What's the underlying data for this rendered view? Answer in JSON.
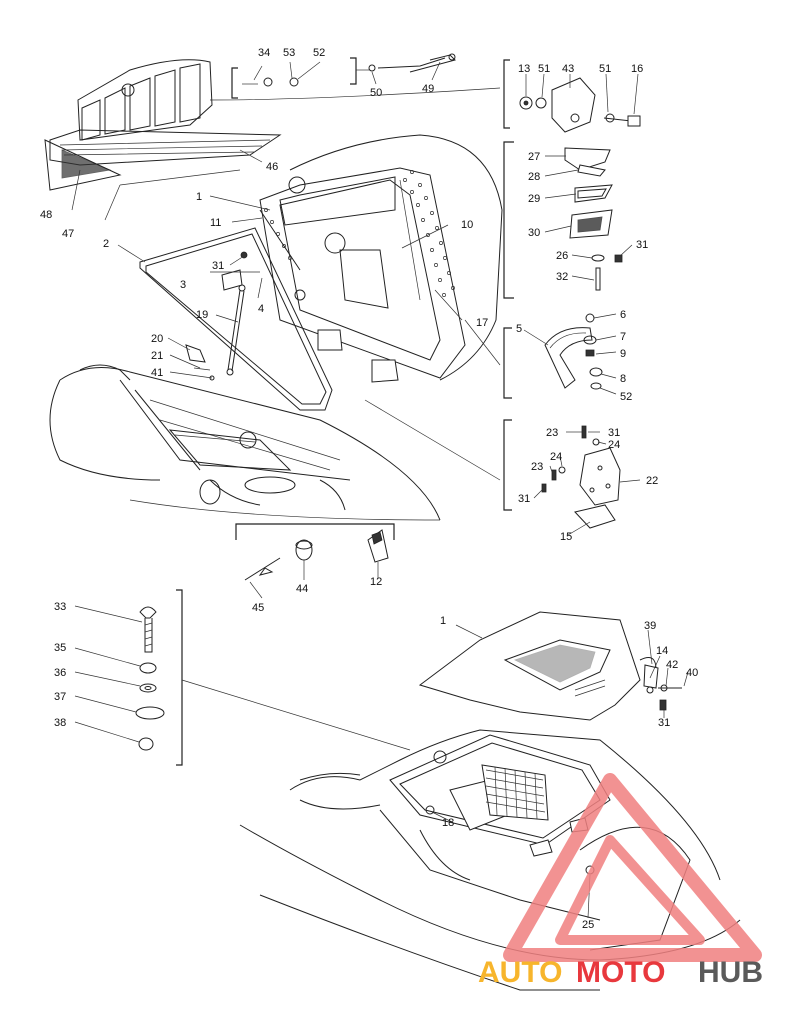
{
  "labels": [
    {
      "id": "34",
      "text": "34"
    },
    {
      "id": "53",
      "text": "53"
    },
    {
      "id": "52a",
      "text": "52"
    },
    {
      "id": "50",
      "text": "50"
    },
    {
      "id": "49",
      "text": "49"
    },
    {
      "id": "13",
      "text": "13"
    },
    {
      "id": "51a",
      "text": "51"
    },
    {
      "id": "43",
      "text": "43"
    },
    {
      "id": "51b",
      "text": "51"
    },
    {
      "id": "16",
      "text": "16"
    },
    {
      "id": "27",
      "text": "27"
    },
    {
      "id": "28",
      "text": "28"
    },
    {
      "id": "29",
      "text": "29"
    },
    {
      "id": "30",
      "text": "30"
    },
    {
      "id": "26",
      "text": "26"
    },
    {
      "id": "31a",
      "text": "31"
    },
    {
      "id": "32",
      "text": "32"
    },
    {
      "id": "46",
      "text": "46"
    },
    {
      "id": "48",
      "text": "48"
    },
    {
      "id": "47",
      "text": "47"
    },
    {
      "id": "1a",
      "text": "1"
    },
    {
      "id": "11",
      "text": "11"
    },
    {
      "id": "10",
      "text": "10"
    },
    {
      "id": "2",
      "text": "2"
    },
    {
      "id": "31b",
      "text": "31"
    },
    {
      "id": "3",
      "text": "3"
    },
    {
      "id": "4",
      "text": "4"
    },
    {
      "id": "19",
      "text": "19"
    },
    {
      "id": "17",
      "text": "17"
    },
    {
      "id": "20",
      "text": "20"
    },
    {
      "id": "21",
      "text": "21"
    },
    {
      "id": "41",
      "text": "41"
    },
    {
      "id": "5",
      "text": "5"
    },
    {
      "id": "6",
      "text": "6"
    },
    {
      "id": "7",
      "text": "7"
    },
    {
      "id": "9",
      "text": "9"
    },
    {
      "id": "8",
      "text": "8"
    },
    {
      "id": "52b",
      "text": "52"
    },
    {
      "id": "23a",
      "text": "23"
    },
    {
      "id": "31c",
      "text": "31"
    },
    {
      "id": "24a",
      "text": "24"
    },
    {
      "id": "23b",
      "text": "23"
    },
    {
      "id": "24b",
      "text": "24"
    },
    {
      "id": "22",
      "text": "22"
    },
    {
      "id": "31d",
      "text": "31"
    },
    {
      "id": "15",
      "text": "15"
    },
    {
      "id": "44",
      "text": "44"
    },
    {
      "id": "12",
      "text": "12"
    },
    {
      "id": "45",
      "text": "45"
    },
    {
      "id": "33",
      "text": "33"
    },
    {
      "id": "35",
      "text": "35"
    },
    {
      "id": "36",
      "text": "36"
    },
    {
      "id": "37",
      "text": "37"
    },
    {
      "id": "38",
      "text": "38"
    },
    {
      "id": "1b",
      "text": "1"
    },
    {
      "id": "39",
      "text": "39"
    },
    {
      "id": "14",
      "text": "14"
    },
    {
      "id": "42",
      "text": "42"
    },
    {
      "id": "40",
      "text": "40"
    },
    {
      "id": "31e",
      "text": "31"
    },
    {
      "id": "18",
      "text": "18"
    },
    {
      "id": "25",
      "text": "25"
    }
  ],
  "watermark": {
    "part1": "AUTO",
    "part2": "MOTO",
    "part3": "HUB",
    "colors": {
      "orange": "#f7b52c",
      "red": "#e8383d",
      "grey": "#5a5a5a",
      "triangle": "#f08080"
    }
  },
  "colors": {
    "line": "#222222",
    "background": "#ffffff"
  }
}
